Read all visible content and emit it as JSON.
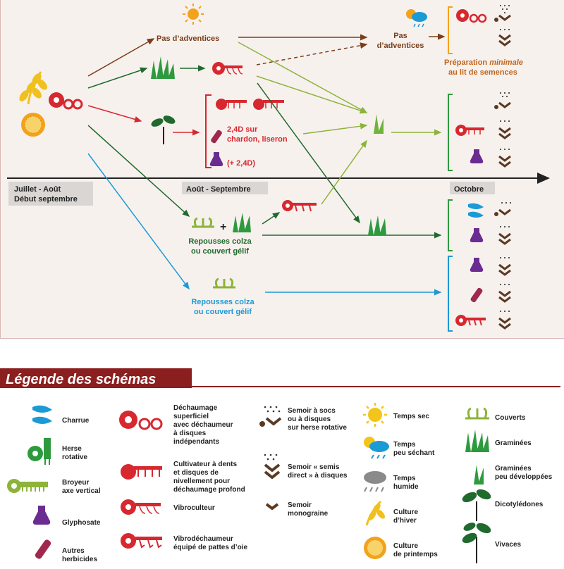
{
  "timeline": {
    "period1_line1": "Juillet - Août",
    "period1_line2": "Début septembre",
    "period2": "Août - Septembre",
    "period3": "Octobre"
  },
  "labels": {
    "pas_adventices_1": "Pas d’adventices",
    "pas_adventices_2_line1": "Pas",
    "pas_adventices_2_line2": "d’adventices",
    "prep_line1_a": "Préparation ",
    "prep_line1_b": "minimale",
    "prep_line2": "au lit de semences",
    "herbicide_line1": "2,4D sur",
    "herbicide_line2": "chardon, liseron",
    "glypho_24d": "(+ 2,4D)",
    "plus": "+",
    "repousses1_line1": "Repousses colza",
    "repousses1_line2": "ou couvert gélif",
    "repousses2_line1": "Repousses colza",
    "repousses2_line2": "ou couvert gélif"
  },
  "legend": {
    "title": "Légende des schémas",
    "items": {
      "charrue": [
        "Charrue"
      ],
      "herse": [
        "Herse",
        "rotative"
      ],
      "broyeur": [
        "Broyeur",
        "axe vertical"
      ],
      "glyphosate": [
        "Glyphosate"
      ],
      "autres": [
        "Autres",
        "herbicides"
      ],
      "dechaumage": [
        "Déchaumage",
        "superficiel",
        "avec déchaumeur",
        "à disques",
        "indépendants"
      ],
      "cultivateur": [
        "Cultivateur à dents",
        "et disques de",
        "nivellement pour",
        "déchaumage profond"
      ],
      "vibroculteur": [
        "Vibroculteur"
      ],
      "vibrodechaumeur": [
        "Vibrodéchaumeur",
        "équipé de pattes d’oie"
      ],
      "semoir_socs": [
        "Semoir à socs",
        "ou à disques",
        "sur herse rotative"
      ],
      "semoir_direct": [
        "Semoir « semis",
        "direct » à disques"
      ],
      "semoir_mono": [
        "Semoir",
        "monograine"
      ],
      "temps_sec": [
        "Temps sec"
      ],
      "temps_peu": [
        "Temps",
        "peu séchant"
      ],
      "temps_humide": [
        "Temps",
        "humide"
      ],
      "culture_hiver": [
        "Culture",
        "d’hiver"
      ],
      "culture_printemps": [
        "Culture",
        "de printemps"
      ],
      "couverts": [
        "Couverts"
      ],
      "graminees": [
        "Graminées"
      ],
      "graminees_peu": [
        "Graminées",
        "peu développées"
      ],
      "dicotyledones": [
        "Dicotylédones"
      ],
      "vivaces": [
        "Vivaces"
      ]
    }
  },
  "colors": {
    "brown": "#7a3e1a",
    "dark_green": "#1f6a2c",
    "light_green": "#8db33a",
    "red": "#d7282f",
    "blue": "#1b9ad6",
    "orange_text": "#c0651b",
    "purple": "#6b2c91",
    "legend_red": "#8b1e1e"
  }
}
